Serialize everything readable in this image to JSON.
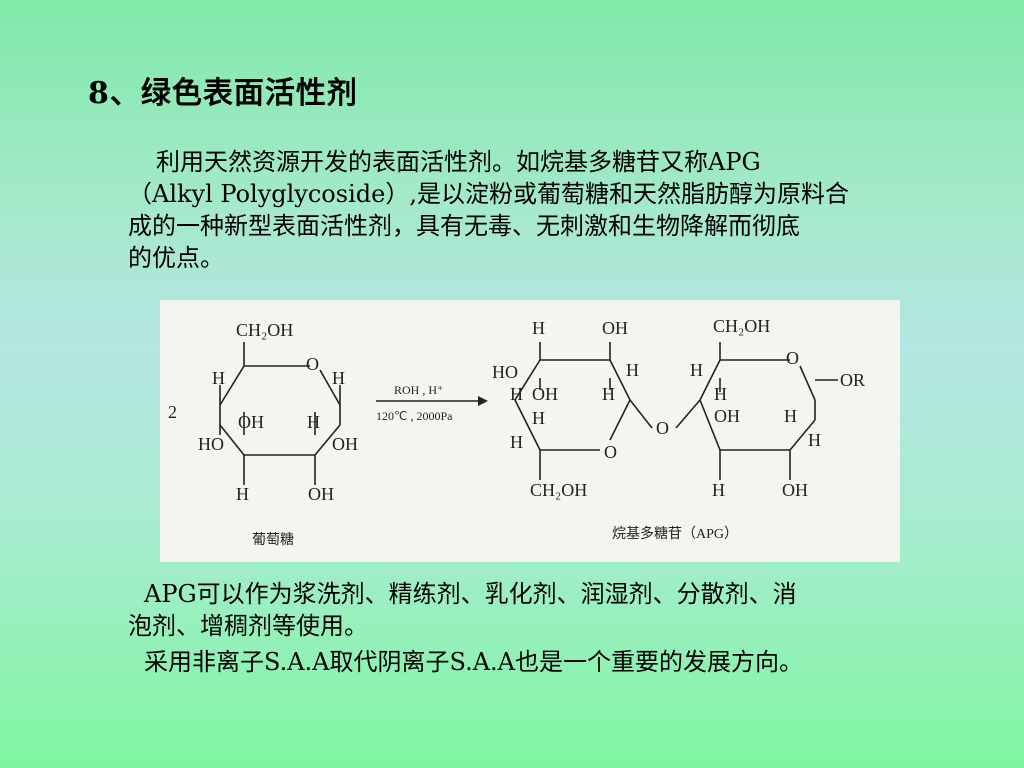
{
  "slide": {
    "title": "8、绿色表面活性剂",
    "paragraph1": {
      "line1": "利用天然资源开发的表面活性剂。如烷基多糖苷又称APG",
      "line2": "（Alkyl Polyglycoside）,是以淀粉或葡萄糖和天然脂肪醇为原料合",
      "line3": "成的一种新型表面活性剂，具有无毒、无刺激和生物降解而彻底",
      "line4": "的优点。"
    },
    "paragraph2": {
      "line1": "APG可以作为浆洗剂、精练剂、乳化剂、润湿剂、分散剂、消",
      "line2": "泡剂、增稠剂等使用。"
    },
    "paragraph3": "采用非离子S.A.A取代阴离子S.A.A也是一个重要的发展方向。"
  },
  "figure": {
    "coefficient": "2",
    "glucose": {
      "ch2oh": "CH₂OH",
      "ring_o": "O",
      "h_left": "H",
      "h_right": "H",
      "oh_mid1": "OH",
      "h_mid": "H",
      "ho_left": "HO",
      "oh_right": "OH",
      "h_bottom": "H",
      "oh_bottom": "OH",
      "caption": "葡萄糖"
    },
    "reaction": {
      "reagent": "ROH , H⁺",
      "conditions": "120℃ , 2000Pa"
    },
    "apg": {
      "h_top1": "H",
      "oh_top1": "OH",
      "ch2oh_top": "CH₂OH",
      "ho_left": "HO",
      "oh_1": "OH",
      "h_1": "H",
      "h_1b": "H",
      "h_1c": "H",
      "h_2": "H",
      "ring_o1": "O",
      "h_3": "H",
      "ch2oh_bottom": "CH₂OH",
      "bridge_o": "O",
      "h_4": "H",
      "h_5": "H",
      "oh_2": "OH",
      "ring_o2": "O",
      "or_group": "OR",
      "h_6": "H",
      "h_7": "H",
      "h_bottom": "H",
      "oh_bottom": "OH",
      "caption": "烷基多糖苷（APG）"
    }
  }
}
